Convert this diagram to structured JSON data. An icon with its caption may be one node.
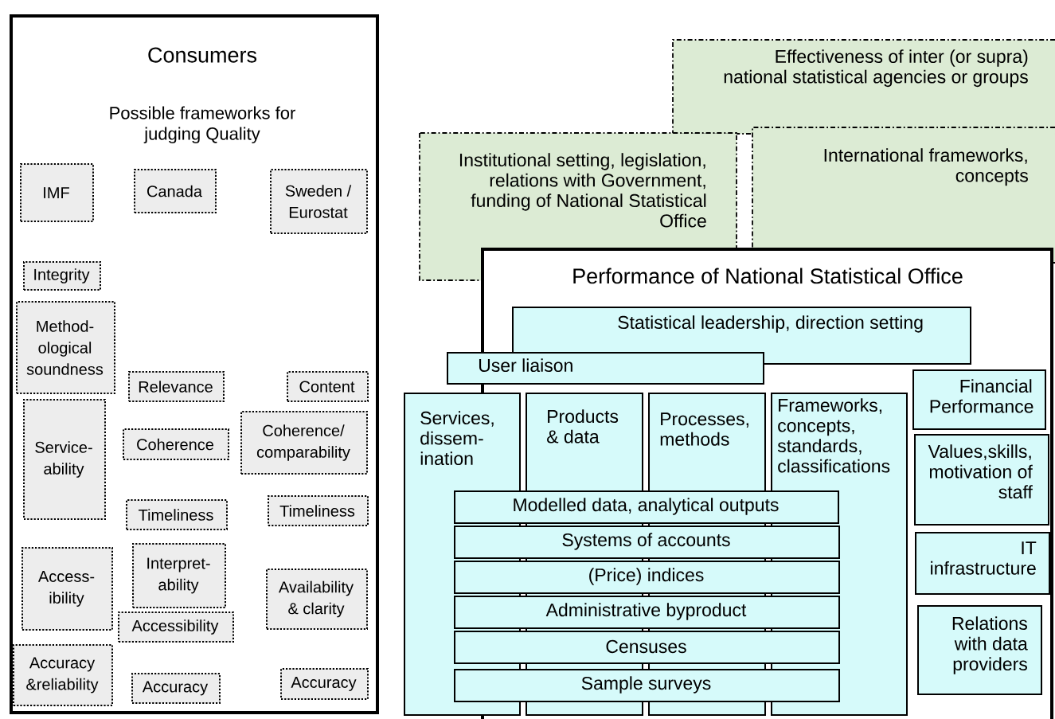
{
  "diagram": {
    "nodes": [
      {
        "text": [
          "Consumers",
          "Possible frameworks for judging Quality"
        ]
      },
      {
        "text": [
          "IMF"
        ],
        "in": 0
      },
      {
        "text": [
          "Canada"
        ],
        "in": 0
      },
      {
        "text": [
          "Sweden / Eurostat"
        ],
        "in": 0
      },
      {
        "text": [
          "Integrity"
        ],
        "in": 0
      },
      {
        "text": [
          "Method- ological soundness"
        ],
        "in": 0
      },
      {
        "text": [
          "Relevance"
        ],
        "in": 0
      },
      {
        "text": [
          "Content"
        ],
        "in": 0
      },
      {
        "text": [
          "Service- ability"
        ],
        "in": 0
      },
      {
        "text": [
          "Coherence"
        ],
        "in": 0
      },
      {
        "text": [
          "Coherence/ comparability"
        ],
        "in": 0
      },
      {
        "text": [
          "Timeliness"
        ],
        "in": 0
      },
      {
        "text": [
          "Timeliness"
        ],
        "in": 0
      },
      {
        "text": [
          "Access- ibility"
        ],
        "in": 0
      },
      {
        "text": [
          "Interpret- ability"
        ],
        "in": 0
      },
      {
        "text": [
          "Availability & clarity"
        ],
        "in": 0
      },
      {
        "text": [
          "Accessibility"
        ],
        "in": 0
      },
      {
        "text": [
          "Accuracy &reliability"
        ],
        "in": 0
      },
      {
        "text": [
          "Accuracy"
        ],
        "in": 0
      },
      {
        "text": [
          "Accuracy"
        ],
        "in": 0
      },
      {
        "text": [
          "Effectiveness of inter (or supra) national statistical agencies or groups"
        ]
      },
      {
        "text": [
          "Institutional setting, legislation, relations with Government, funding of National Statistical Office"
        ]
      },
      {
        "text": [
          "International frameworks, concepts"
        ]
      },
      {
        "text": [
          "Performance of National Statistical Office"
        ]
      },
      {
        "text": [
          "Statistical leadership, direction setting"
        ],
        "in": 23
      },
      {
        "text": [
          "User liaison"
        ]
      },
      {
        "text": [
          "Services, dissem- ination"
        ]
      },
      {
        "text": [
          "Products & data"
        ],
        "in": 23
      },
      {
        "text": [
          "Processes, methods"
        ],
        "in": 23
      },
      {
        "text": [
          "Frameworks, concepts, standards, classifications"
        ],
        "in": 23
      },
      {
        "text": [
          "Financial Performance"
        ],
        "in": 23
      },
      {
        "text": [
          "Values,skills, motivation of staff"
        ],
        "in": 23
      },
      {
        "text": [
          "IT infrastructure"
        ],
        "in": 23
      },
      {
        "text": [
          "Relations with data providers"
        ],
        "in": 23
      },
      {
        "text": [
          "Modelled data, analytical outputs"
        ]
      },
      {
        "text": [
          "Systems of accounts"
        ]
      },
      {
        "text": [
          "(Price) indices"
        ]
      },
      {
        "text": [
          "Administrative byproduct"
        ]
      },
      {
        "text": [
          "Censuses"
        ]
      },
      {
        "text": [
          "Sample surveys"
        ]
      }
    ],
    "edges": []
  }
}
